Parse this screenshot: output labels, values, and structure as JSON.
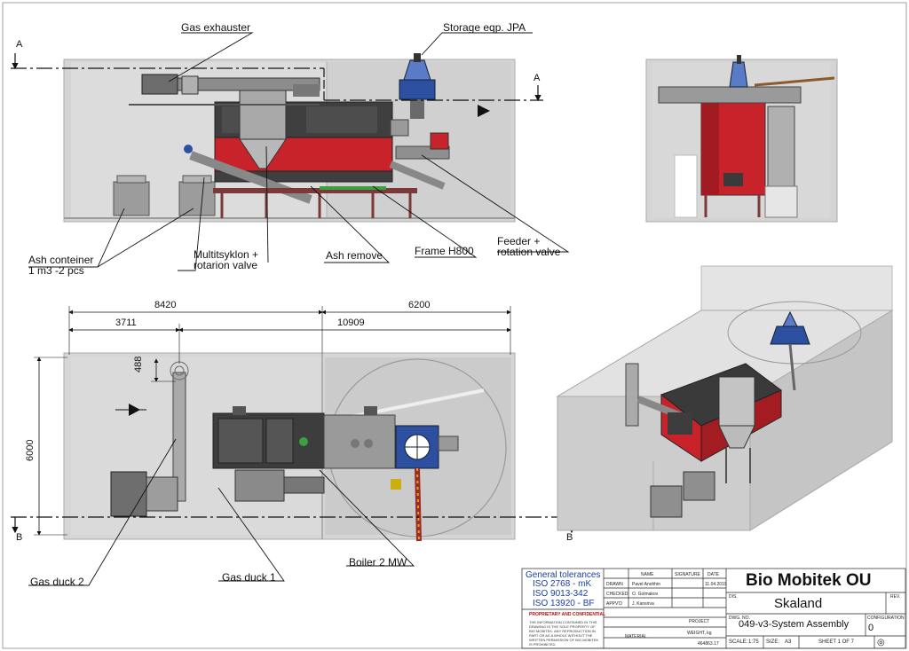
{
  "labels": {
    "gas_exhauster": "Gas exhauster",
    "storage": "Storage eqp. JPA",
    "ash_container_1": "Ash conteiner",
    "ash_container_2": "1 m3 -2 pcs",
    "multitsyklon_1": "Multitsyklon +",
    "multitsyklon_2": "rotarion valve",
    "ash_remove": "Ash remove",
    "frame": "Frame H800",
    "feeder_1": "Feeder +",
    "feeder_2": "rotation valve",
    "gas_duck_2": "Gas duck 2",
    "gas_duck_1": "Gas duck 1",
    "boiler": "Boiler 2 MW"
  },
  "sections": {
    "a": "A",
    "b": "B"
  },
  "dimensions": {
    "d8420": "8420",
    "d6200": "6200",
    "d3711": "3711",
    "d10909": "10909",
    "d488": "488",
    "d6000": "6000"
  },
  "title_block": {
    "tol_title": "General tolerances",
    "iso1": "ISO 2768 - mK",
    "iso2": "ISO 9013-342",
    "iso3": "ISO 13920 - BF",
    "h_name": "NAME",
    "h_signature": "SIGNATURE",
    "h_date": "DATE",
    "drawn_label": "DRAWN",
    "drawn_name": "Pavel Anohhin",
    "drawn_date": "11.04.2019",
    "checked_label": "CHECKED",
    "checked_name": "O. Golmakov",
    "appvd_label": "APPV'D",
    "appvd_name": "J. Kansirva",
    "company": "Bio Mobitek OU",
    "title_label": "DIS.",
    "title": "Skaland",
    "rev_label": "REV.",
    "proprietary": "PROPRIETARY AND CONFIDENTIAL",
    "proprietary_text": "THE INFORMATION CONTAINED IN THIS DRAWING IS THE SOLE PROPERTY OF BIO MOBITEK. ANY REPRODUCTION IN PART OR AS A WHOLE WITHOUT THE WRITTEN PERMISSION OF BIO MOBITEK IS PROHIBITED.",
    "project_label": "PROJECT",
    "dwg_label": "DWG. NO.",
    "dwg_no": "049-v3-System Assembly",
    "config_label": "CONFIGURATION",
    "config": "0",
    "material_label": "MATERIAL",
    "weight_label": "WEIGHT, kg",
    "weight": "464863.17",
    "scale_label": "SCALE:",
    "scale": "1:75",
    "size_label": "SIZE:",
    "size": "A3",
    "sheet": "SHEET 1 OF 7"
  },
  "colors": {
    "boiler_red": "#c8232b",
    "frame_dark": "#3a3a3a",
    "room": "#cfcfcf",
    "blue": "#2d4fa0",
    "iso_blue": "#1a3fa0"
  }
}
